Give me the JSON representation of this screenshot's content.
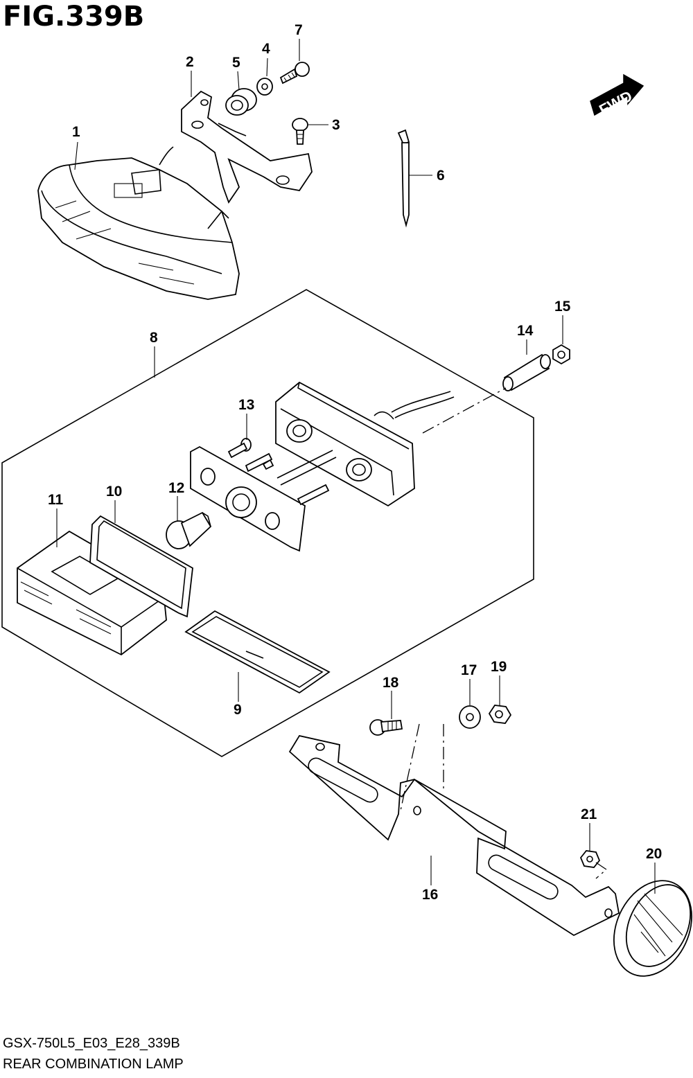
{
  "figure": {
    "title": "FIG.339B",
    "model_code": "GSX-750L5_E03_E28_339B",
    "assembly_name": "REAR COMBINATION LAMP"
  },
  "direction_marker": {
    "label": "FWD",
    "icon": "forward-arrow-icon"
  },
  "callouts": [
    {
      "number": "1"
    },
    {
      "number": "2"
    },
    {
      "number": "3"
    },
    {
      "number": "4"
    },
    {
      "number": "5"
    },
    {
      "number": "6"
    },
    {
      "number": "7"
    },
    {
      "number": "8"
    },
    {
      "number": "9"
    },
    {
      "number": "10"
    },
    {
      "number": "11"
    },
    {
      "number": "12"
    },
    {
      "number": "13"
    },
    {
      "number": "14"
    },
    {
      "number": "15"
    },
    {
      "number": "16"
    },
    {
      "number": "17"
    },
    {
      "number": "18"
    },
    {
      "number": "19"
    },
    {
      "number": "20"
    },
    {
      "number": "21"
    }
  ],
  "colors": {
    "line": "#000000",
    "background": "#ffffff"
  }
}
